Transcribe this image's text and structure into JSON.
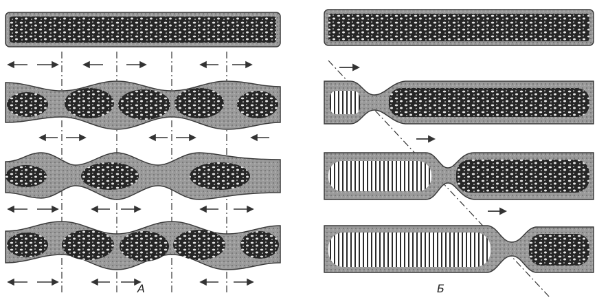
{
  "panels": [
    {
      "id": "A",
      "label": "A"
    },
    {
      "id": "Б",
      "label": "Б"
    }
  ],
  "colors": {
    "tube_wall": "#8f8f8f",
    "tube_outline": "#3a3a3a",
    "content_dark": "#262626",
    "content_speckle": "#e9e9e9",
    "relaxed_band": "#ffffff",
    "background": "#ffffff"
  }
}
